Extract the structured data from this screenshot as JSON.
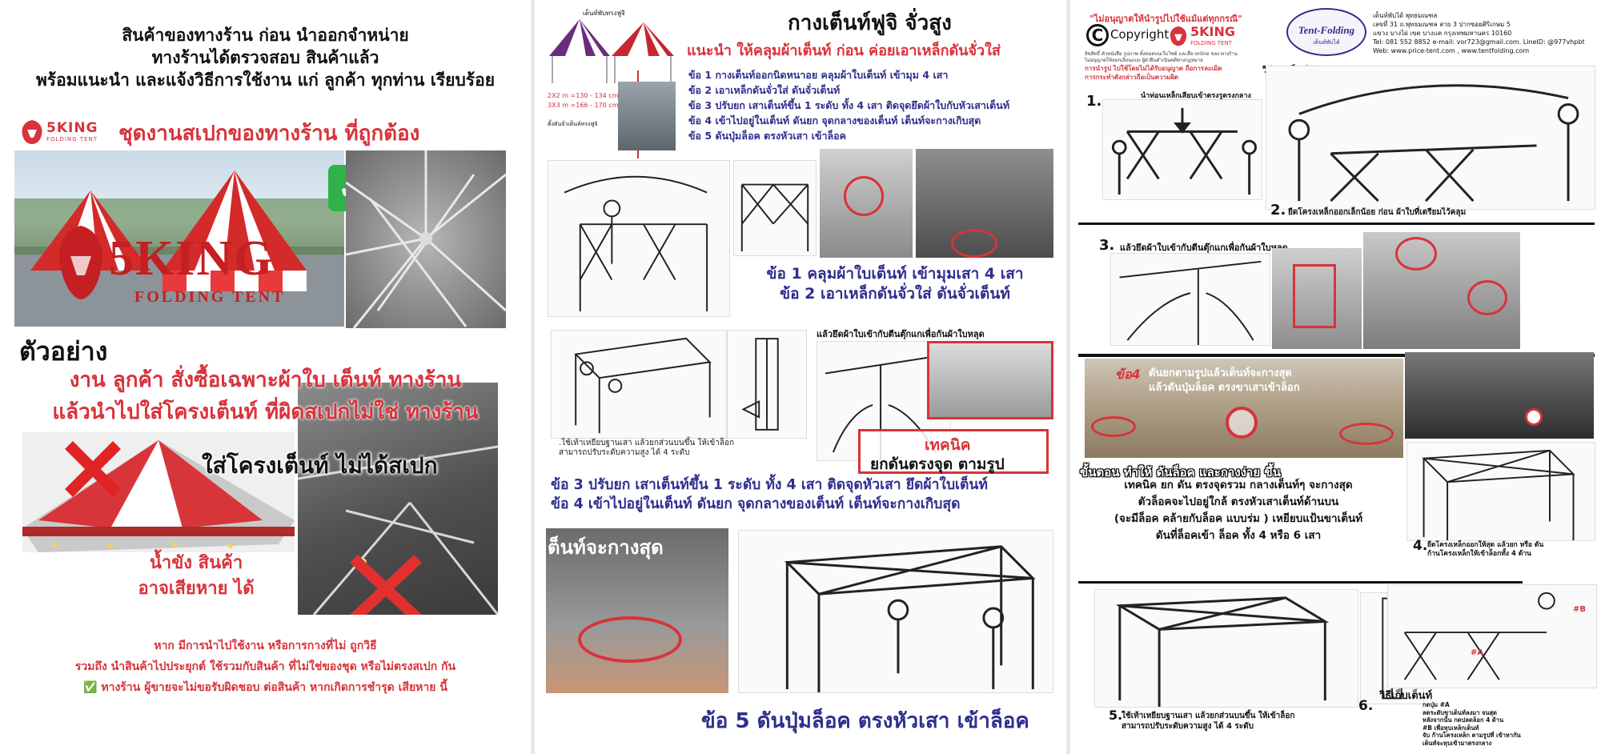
{
  "panel1": {
    "header_lines": [
      "สินค้าของทางร้าน ก่อน นำออกจำหน่าย",
      "ทางร้านได้ตรวจสอบ สินค้าแล้ว",
      "พร้อมแนะนำ และแจ้งวิธีการใช้งาน แก่ ลูกค้า ทุกท่าน เรียบร้อย"
    ],
    "brand_small": "5KING",
    "brand_small_sub": "FOLDING TENT",
    "spec_title": "ชุดงานสเปกของทางร้าน ที่ถูกต้อง",
    "photo_logo": "5KING",
    "photo_logo_sub": "FOLDING TENT",
    "check_mark": "✓",
    "example_label": "ตัวอย่าง",
    "wrong_lines": [
      "งาน ลูกค้า สั่งซื้อเฉพาะผ้าใบ เต็นท์ ทางร้าน",
      "แล้วนำไปใส่โครงเต็นท์ ที่ผิดสเปกไม่ใช่ ทางร้าน"
    ],
    "wrong_frame_label": "ใส่โครงเต็นท์ ไม่ได้สเปก",
    "water_lines": [
      "น้ำขัง สินค้า",
      "อาจเสียหาย ได้"
    ],
    "footer_lines": [
      "หาก มีการนำไปใช้งาน หรือการกางที่ไม่ ถูกวิธี",
      "รวมถึง นำสินค้าไปประยุกต์ ใช้รวมกับสินค้า ที่ไม่ใช่ของชุด หรือไม่ตรงสเปก กัน",
      "✅ ทางร้าน ผู้ขายจะไม่ขอรับผิดชอบ ต่อสินค้า หากเกิดการชำรุด เสียหาย  นี้"
    ]
  },
  "panel2": {
    "title": "กางเต็นท์ฟูจิ จั่วสูง",
    "subtitle": "แนะนำ ให้คลุมผ้าเต็นท์ ก่อน ค่อยเอาเหล็กดันจั่วใส่",
    "top_caption": "เต็นท์พับทรงฟูจิ",
    "dims": [
      "2X2 m =130 - 134 cm.",
      "3X3 m =166 - 170 cm."
    ],
    "dims_note": "ตั้งดันจั่วเต็นท์ทรงฟูจิ",
    "steps": [
      "ข้อ 1 กางเต็นท์ออกนิดหนาอย คลุมผ้าใบเต็นท์ เข้ามุม 4 เสา",
      "ข้อ 2 เอาเหล็กดันจั่วใส่ ดันจั่วเต็นท์",
      "ข้อ 3 ปรับยก เสาเต็นท์ขึ้น 1 ระดับ ทั้ง 4 เสา ติดจุดยึดผ้าใบกับหัวเสาเต็นท์",
      "ข้อ 4 เข้าไปอยู่ในเต็นท์ ดันยก จุดกลางของเต็นท์ เต็นท์จะกางเกิบสุด",
      "ข้อ 5 ดันปุ่มล็อค ตรงหัวเสา เข้าล็อค"
    ],
    "step12_big": [
      "ข้อ 1 คลุมผ้าใบเต็นท์ เข้ามุมเสา 4 เสา",
      "ข้อ 2 เอาเหล็กดันจั่วใส่ ดันจั่วเต็นท์"
    ],
    "fasten_caption": "แล้วยึดผ้าใบเข้ากับตีนตุ๊กแกเพื่อกันผ้าใบหลุด",
    "technique_label": "เทคนิค",
    "technique_text": "ยกดันตรงจุด ตามรูป",
    "foot_caption": [
      ".ใช้เท้าเหยียบฐานเสา แล้วยกส่วนบนขึ้น ให้เข้าล็อก",
      "สามารถปรับระดับความสูง ได้ 4 ระดับ"
    ],
    "step34_big": [
      "ข้อ 3  ปรับยก เสาเต็นท์ขึ้น 1 ระดับ ทั้ง 4 เสา ติดจุดหัวเสา ยึดผ้าใบเต็นท์",
      "ข้อ 4 เข้าไปอยู่ในเต็นท์ ดันยก จุดกลางของเต็นท์ เต็นท์จะกางเกิบสุด"
    ],
    "photo_caption": "ต็นท์จะกางสุด",
    "step5_big": "ข้อ 5 ดันปุ่มล็อค ตรงหัวเสา เข้าล็อค"
  },
  "panel3": {
    "copyright_note": "\"ไม่อนุญาตให้นำรูปไปใช้แม้แต่ทุกกรณี\"",
    "copyright_word": "Copyright",
    "brand_small": "5KING",
    "brand_small_sub": "FOLDING TENT",
    "warning_small": [
      "ลิขสิทธิ์ ตัวหนังสือ รูปภาพ ทั้งหมดบนเว็บไซต์ และสื่อ online ของ ทางร้าน",
      "ไม่อนุญาตให้ลอกเลียนแบบ ผู้ฝ่าฝืนดำเนินคดีทางกฎหมาย",
      "การนำรูป ไปใช้โดยไม่ได้รับอนุญาต ถือการละเมิด",
      "การกระทำดังกล่าวถือเป็นความผิด"
    ],
    "tentfolding_logo": "Tent-Folding",
    "tentfolding_sub": "เต็นท์พับได้",
    "company_lines": [
      "เต็นท์พับได้ พุทธมณฑล",
      "เลขที่ 31 ถ.พุทธมณฑล สาย 3 ปากซอยศิริเกษม 5",
      "แขวง บางไผ่ เขต บางแค กรุงเทพมหานคร 10160",
      "Tel: 081 552 8852  e-mail: vor723@gmail.com. LineID: @977vhpbt",
      "Web: www.price-tent.com , www.tentfolding.com"
    ],
    "section_title": "วิธีกางเต็นท์พับ",
    "s1_label": "1.",
    "s1_caption": "นำท่อนเหล็กเสียบเข้าตรงรูตรงกลาง",
    "s2_label": "2.",
    "s2_caption": "ยืดโครงเหล็กออกเล็กน้อย ก่อน  ผ้าใบที่เตรียมไว้คลุม",
    "s3_label": "3.",
    "s3_caption": "แล้วยึดผ้าใบเข้ากับตีนตุ๊กแกเพื่อกันผ้าใบหลุด",
    "s4_photo_label": "ข้อ4",
    "s4_photo_text": [
      "ดันยกตามรูปแล้วเต็นท์จะกางสุด",
      "แล้วดันปุ่มล็อค ตรงขาเสาเข้าล็อก"
    ],
    "lock_easy": "ขั้นตอน ทำให้ ดันล็อค และกางง่าย ขึ้น",
    "lock_lines": [
      "เทคนิค ยก ดัน ตรงจุดรวม กลางเต็นท์ๆ จะกางสุด",
      "ตัวล็อคจะไปอยู่ใกล้ ตรงหัวเสาเต็นท์ด้านบน",
      "(จะมีล็อค คล้ายกับล็อค แบบร่ม ) เหยียบแป้นขาเต็นท์",
      "ดันที่ล็อคเข้า ล็อค ทั้ง 4 หรือ  6 เสา"
    ],
    "s4_label": "4.",
    "s4_caption": [
      "ยืดโครงเหล็กออกให้สุด แล้วยก หรือ ดัน",
      "ก้านโครงเหล็กให้เข้าล็อกทั้ง 4 ด้าน"
    ],
    "s5_label": "5.",
    "s5_caption": [
      "ใช้เท้าเหยียบฐานเสา แล้วยกส่วนบนขึ้น ให้เข้าล็อก",
      "สามารถปรับระดับความสูง ได้ 4 ระดับ"
    ],
    "s6_label": "6.",
    "s6_title": "วิธีเก็บเต็นท์",
    "s6_lines": [
      "กดปุ่ม #A",
      "ลดระดับขาเต็นท์ลงมา จนสุด",
      "หลังจากนั้น กดปลดล็อก 4 ด้าน",
      "#B เพื่อหุบเหล็กเต็นท์",
      "จับ ก้านโครงเหล็ก ตามรูปที่ เข้าหากัน",
      "เต็นท์จะหุบเข้ามาตรงกลาง"
    ],
    "mark_a": "#A",
    "mark_b": "#B"
  },
  "colors": {
    "red": "#d9323a",
    "navy": "#2e2e8f",
    "check_green": "#2fb24a"
  }
}
